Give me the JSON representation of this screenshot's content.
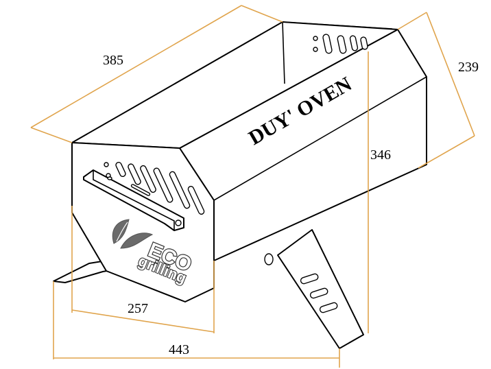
{
  "brand_label": "DUY' OVEN",
  "logo": {
    "word1": "ECO",
    "word2": "grilling",
    "leaf_color": "#6b6b6b"
  },
  "dimensions": {
    "length_top": "385",
    "depth_right": "239",
    "height": "346",
    "width_front": "257",
    "total_width": "443"
  },
  "colors": {
    "dimension_line": "#e0a44c",
    "outline": "#000000",
    "background": "#ffffff"
  }
}
